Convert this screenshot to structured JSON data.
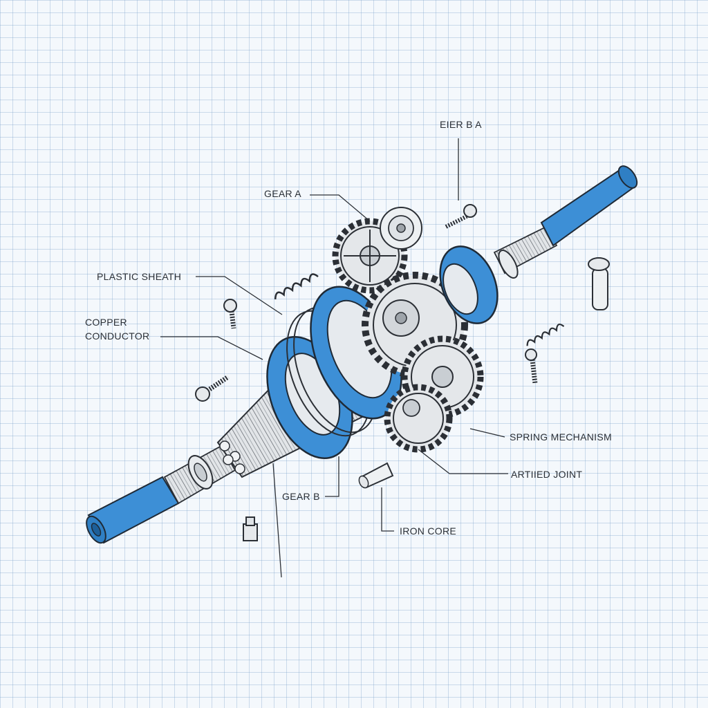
{
  "labels": {
    "eier_b_a": "EIER B A",
    "gear_a": "GEAR A",
    "plastic_sheath": "PLASTIC SHEATH",
    "copper_line1": "COPPER",
    "copper_line2": "CONDUCTOR",
    "spring_mechanism": "SPRING MECHANISM",
    "artiled_joint": "ARTIIED JOINT",
    "gear_b": "GEAR B",
    "iron_core": "IRON CORE"
  },
  "colors": {
    "accent_blue": "#3d8fd6",
    "line": "#2b2f35",
    "metal": "#d9dde1",
    "grid_bg": "#f4f8fc"
  }
}
